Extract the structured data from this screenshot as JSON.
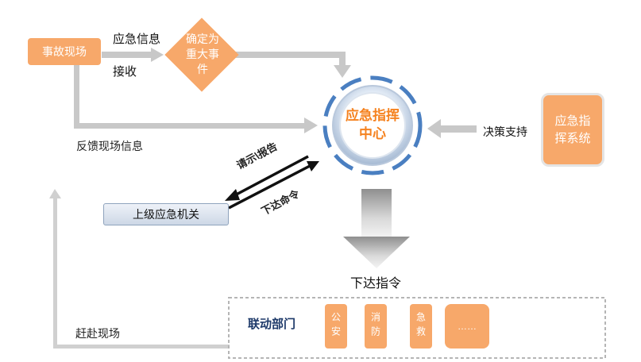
{
  "nodes": {
    "incident_site": "事故现场",
    "decision": "确定为重大事件",
    "command_center": "应急指挥中心",
    "support_system": "应急指挥系统",
    "superior_agency": "上级应急机关",
    "linked_departments": "联动部门",
    "dept_police": "公安",
    "dept_fire": "消防",
    "dept_rescue": "急救",
    "dept_more": "……"
  },
  "edge_labels": {
    "emergency_info": "应急信息",
    "receive": "接收",
    "feedback": "反馈现场信息",
    "decision_support": "决策支持",
    "request_report": "请示\\报告",
    "issue_command": "下达命令",
    "issue_instruction": "下达指令",
    "rush_to_site": "赶赴现场"
  },
  "colors": {
    "orange": "#f7a86a",
    "center_text": "#f5821f",
    "arrow_gray": "#c8c8c8",
    "ring_blue": "#4a7fc1"
  }
}
